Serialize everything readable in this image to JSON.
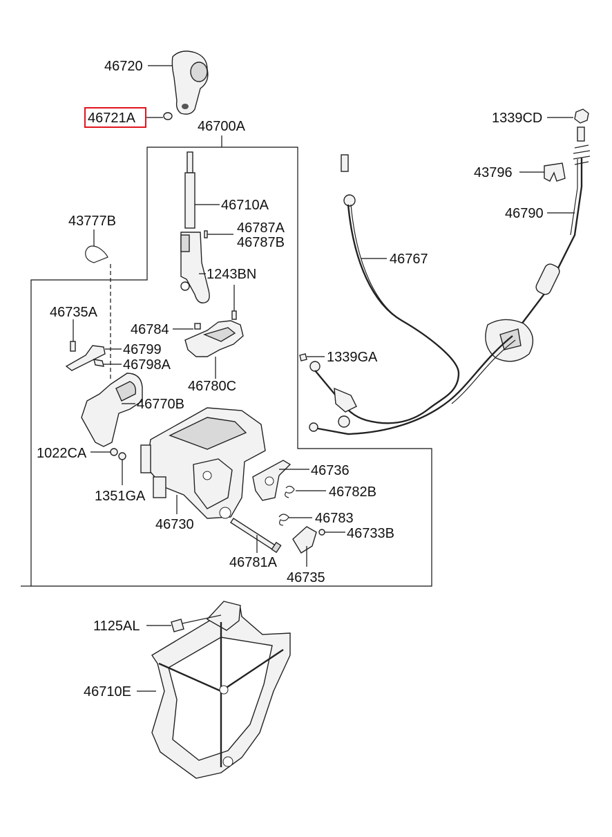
{
  "labels": {
    "l46720": "46720",
    "l46721A": "46721A",
    "l46700A": "46700A",
    "l46710A": "46710A",
    "l46787A": "46787A",
    "l46787B": "46787B",
    "l43777B": "43777B",
    "l1243BN": "1243BN",
    "l46735A": "46735A",
    "l46784": "46784",
    "l46799": "46799",
    "l46798A": "46798A",
    "l46780C": "46780C",
    "l46770B": "46770B",
    "l1022CA": "1022CA",
    "l1351GA": "1351GA",
    "l46730": "46730",
    "l46736": "46736",
    "l46782B": "46782B",
    "l46783": "46783",
    "l46733B": "46733B",
    "l46781A": "46781A",
    "l46735": "46735",
    "l1339CD": "1339CD",
    "l43796": "43796",
    "l46790": "46790",
    "l46767": "46767",
    "l1339GA": "1339GA",
    "l1125AL": "1125AL",
    "l46710E": "46710E"
  },
  "highlight": {
    "part": "46721A",
    "color": "#e0141e"
  }
}
